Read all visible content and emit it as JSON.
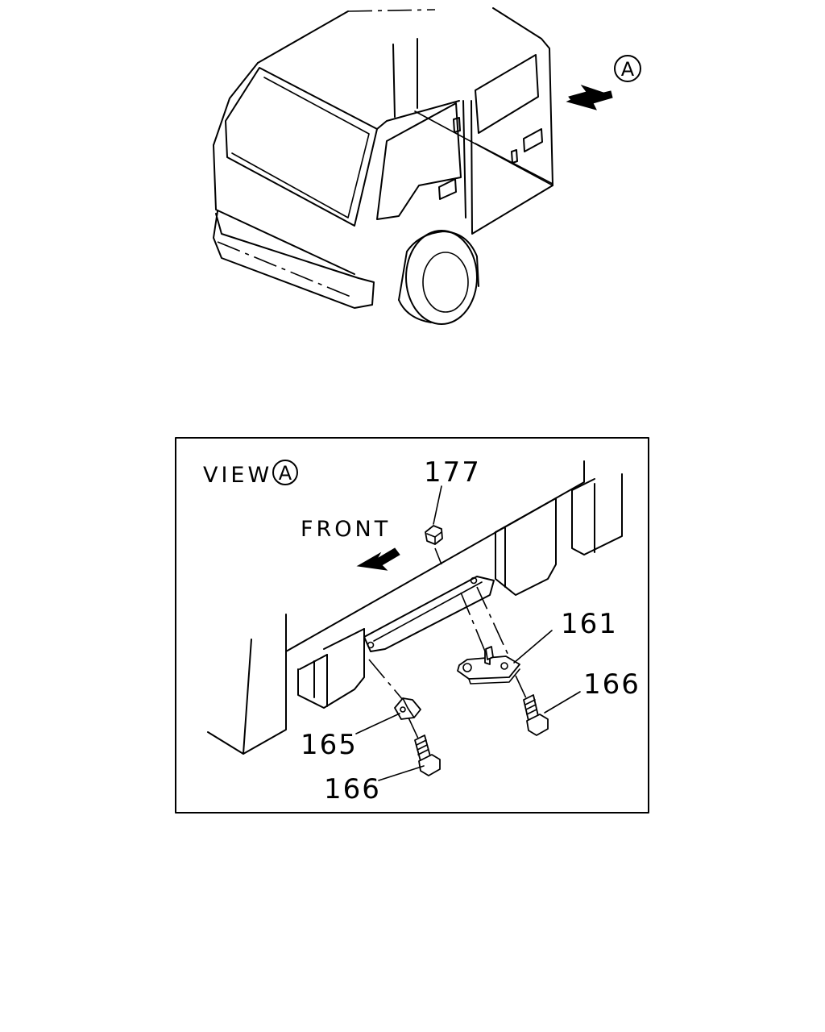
{
  "top_view": {
    "view_marker": "A"
  },
  "detail_view": {
    "view_label": "VIEW",
    "view_marker": "A",
    "direction_label": "FRONT"
  },
  "callouts": {
    "c177": "177",
    "c161": "161",
    "c166_right": "166",
    "c165": "165",
    "c166_left": "166"
  }
}
